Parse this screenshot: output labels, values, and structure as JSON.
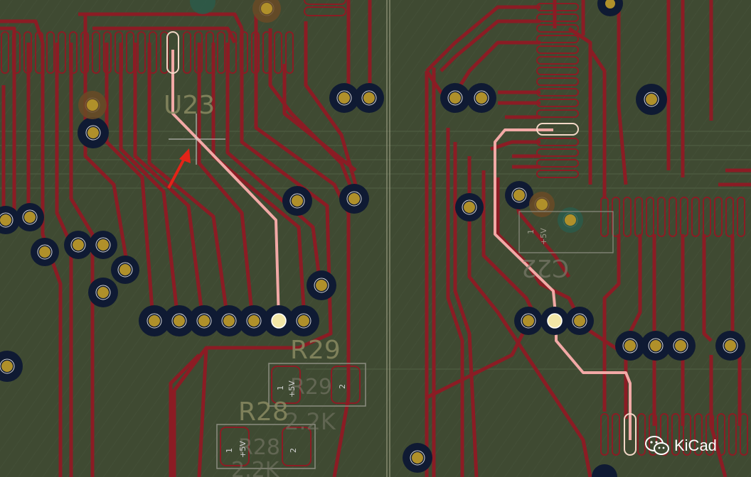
{
  "board": {
    "background": "#3f4a32",
    "trace_color": "#8b1c24",
    "highlight_color": "#f2a9a6",
    "pad_ring": "#0f1a33",
    "pad_core": "#b0902a"
  },
  "silkscreen": {
    "u23": "U23",
    "r29": "R29",
    "r29_dim": "R29",
    "r29_val": "2.2K",
    "r28": "R28",
    "r28_dim": "R28",
    "r28_val": "2.2K",
    "r28_val2": "2.2K",
    "c22": "C22",
    "pad1": "1",
    "pad2": "2",
    "plus5v": "+5V",
    "c22_1": "1",
    "c22_5v": "+5V"
  },
  "watermark": {
    "icon": "wechat-icon",
    "label": "KiCad"
  }
}
